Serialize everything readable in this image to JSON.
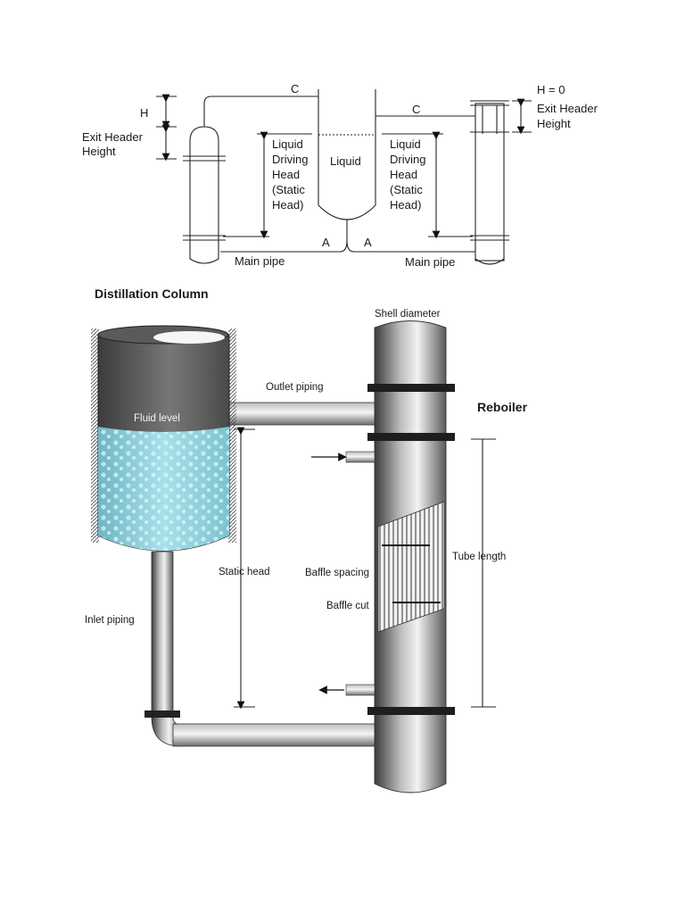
{
  "top_diagram": {
    "h_label": "H",
    "exit_header_left": [
      "Exit Header",
      "Height"
    ],
    "c_left": "C",
    "c_right": "C",
    "h_zero": "H = 0",
    "exit_header_right": [
      "Exit Header",
      "Height"
    ],
    "liquid": "Liquid",
    "driving_head_left": [
      "Liquid",
      "Driving",
      "Head",
      "(Static",
      "Head)"
    ],
    "driving_head_right": [
      "Liquid",
      "Driving",
      "Head",
      "(Static",
      "Head)"
    ],
    "a_left": "A",
    "a_right": "A",
    "main_pipe_left": "Main pipe",
    "main_pipe_right": "Main pipe"
  },
  "bottom_diagram": {
    "title": "Distillation Column",
    "shell_diameter": "Shell diameter",
    "outlet_piping": "Outlet piping",
    "reboiler": "Reboiler",
    "fluid_level": "Fluid level",
    "static_head": "Static head",
    "baffle_spacing": "Baffle spacing",
    "baffle_cut": "Baffle cut",
    "tube_length": "Tube length",
    "inlet_piping": "Inlet piping"
  }
}
